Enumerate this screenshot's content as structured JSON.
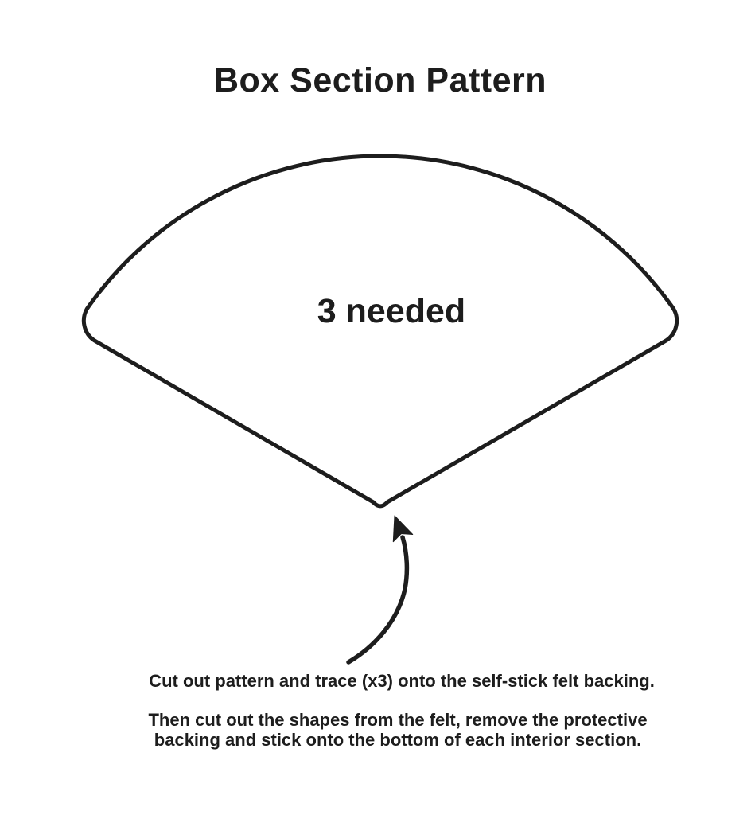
{
  "document": {
    "title": "Box Section Pattern",
    "pattern": {
      "label": "3 needed",
      "shape": "rounded-fan-sector",
      "arrow_icon": "curved-arrow-pointing-to-apex"
    },
    "instructions": {
      "paragraph_1": "Cut out pattern and trace (x3) onto the self-stick felt backing.",
      "paragraph_2_lines": [
        "Then cut out the shapes from the felt, remove the protective",
        "backing and stick onto the bottom of each interior section."
      ]
    },
    "colors": {
      "ink": "#1d1d1d",
      "background": "#ffffff"
    }
  }
}
